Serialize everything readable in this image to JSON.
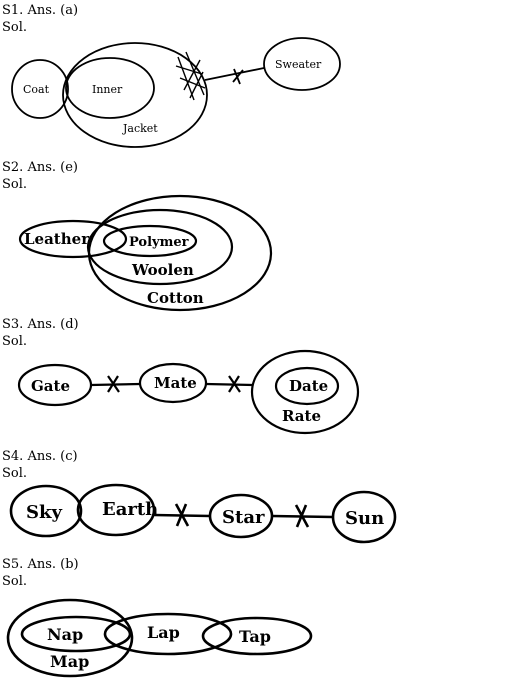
{
  "questions": [
    {
      "answer": "S1. Ans. (a)",
      "sol": "Sol.",
      "labels": {
        "coat": "Coat",
        "inner": "Inner",
        "jacket": "Jacket",
        "sweater": "Sweater"
      }
    },
    {
      "answer": "S2. Ans. (e)",
      "sol": "Sol.",
      "labels": {
        "leather": "Leather",
        "polymer": "Polymer",
        "woolen": "Woolen",
        "cotton": "Cotton"
      }
    },
    {
      "answer": "S3. Ans. (d)",
      "sol": "Sol.",
      "labels": {
        "gate": "Gate",
        "mate": "Mate",
        "date": "Date",
        "rate": "Rate"
      }
    },
    {
      "answer": "S4. Ans. (c)",
      "sol": "Sol.",
      "labels": {
        "sky": "Sky",
        "earth": "Earth",
        "star": "Star",
        "sun": "Sun"
      }
    },
    {
      "answer": "S5. Ans. (b)",
      "sol": "Sol.",
      "labels": {
        "nap": "Nap",
        "lap": "Lap",
        "tap": "Tap",
        "map": "Map"
      }
    }
  ]
}
